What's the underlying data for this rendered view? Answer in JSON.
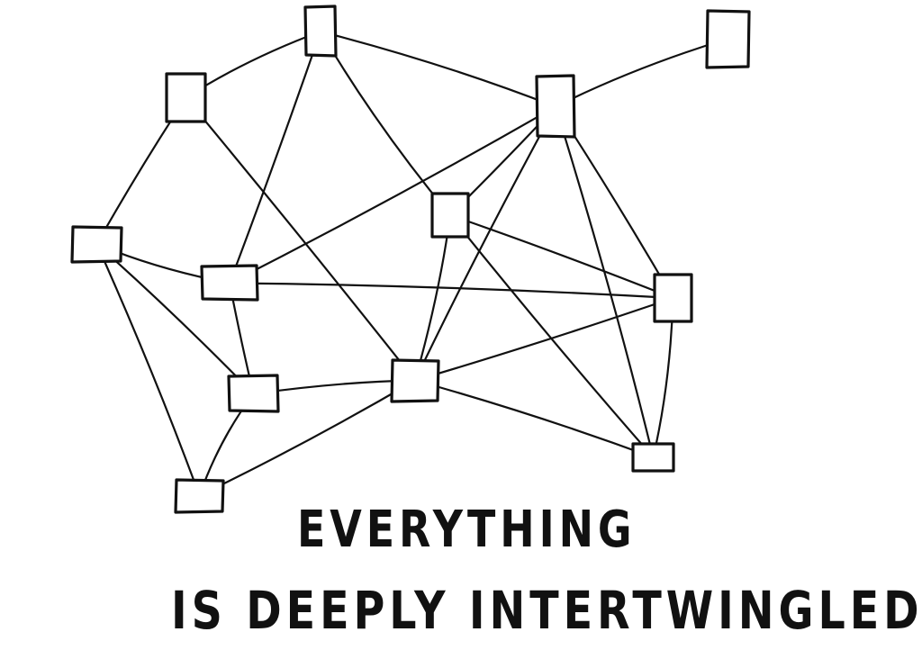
{
  "diagram": {
    "nodes": [
      "n1",
      "n2",
      "n3",
      "n4",
      "n5",
      "n6",
      "n7",
      "n8",
      "n9",
      "n10",
      "n11",
      "n12"
    ],
    "edges": [
      [
        "n2",
        "n1"
      ],
      [
        "n1",
        "n7"
      ],
      [
        "n1",
        "n4"
      ],
      [
        "n1",
        "n5"
      ],
      [
        "n2",
        "n6"
      ],
      [
        "n2",
        "n9"
      ],
      [
        "n3",
        "n4"
      ],
      [
        "n4",
        "n7"
      ],
      [
        "n4",
        "n5"
      ],
      [
        "n4",
        "n9"
      ],
      [
        "n4",
        "n8"
      ],
      [
        "n4",
        "n11"
      ],
      [
        "n5",
        "n8"
      ],
      [
        "n5",
        "n11"
      ],
      [
        "n5",
        "n9"
      ],
      [
        "n6",
        "n7"
      ],
      [
        "n6",
        "n10"
      ],
      [
        "n6",
        "n12"
      ],
      [
        "n7",
        "n8"
      ],
      [
        "n7",
        "n10"
      ],
      [
        "n10",
        "n9"
      ],
      [
        "n9",
        "n8"
      ],
      [
        "n9",
        "n11"
      ],
      [
        "n8",
        "n11"
      ],
      [
        "n12",
        "n10"
      ],
      [
        "n12",
        "n9"
      ]
    ]
  },
  "caption": {
    "line1": "EVERYTHING",
    "line2": "IS DEEPLY INTERTWINGLED."
  }
}
